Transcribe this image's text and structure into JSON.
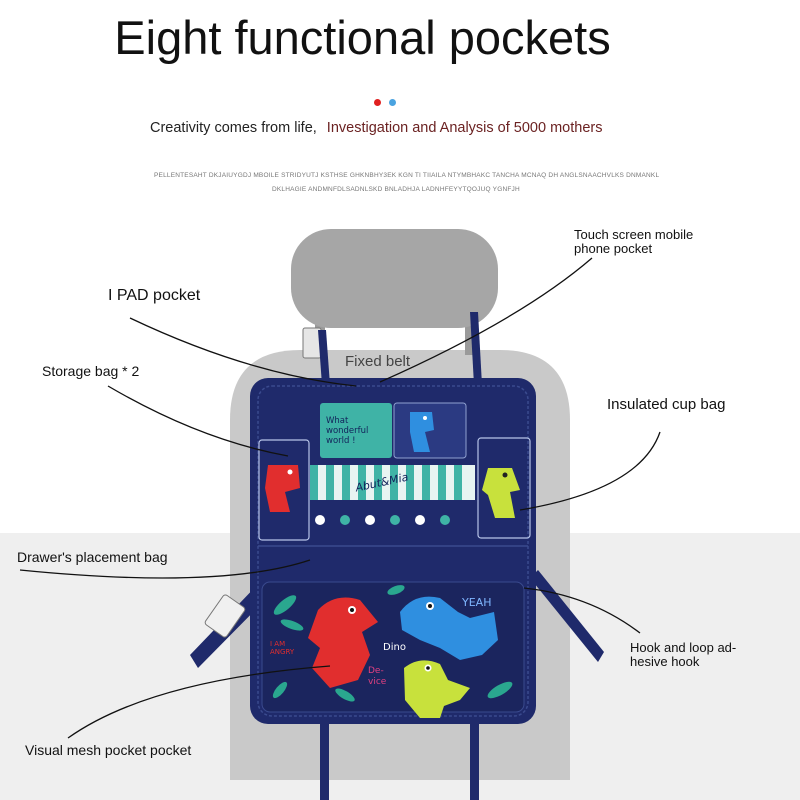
{
  "title": "Eight functional pockets",
  "dots": {
    "colors": [
      "#e02020",
      "#4aa3e0"
    ]
  },
  "subtitle": {
    "part1": "Creativity comes from life,",
    "part2": "Investigation and Analysis of 5000 mothers"
  },
  "fine_print": {
    "line1": "PELLENTESAHT DKJAIUYGDJ MBOILE STRIDYUTJ KSTHSE GHKNBHY3EK KGN TI TIIAILA NTYMBHAKC TANCHA MCNAQ DH ANGLSNAACHVLKS DNMANKL",
    "line2": "DKLHAGIE ANDMNFDLSADNLSKD BNLADHJA LADNHFEYYTQOJUQ             YGNFJH"
  },
  "callouts": {
    "touch_screen": "Touch screen mobile\nphone pocket",
    "ipad": "I PAD pocket",
    "fixed_belt": "Fixed belt",
    "storage_bag": "Storage bag * 2",
    "insulated_cup": "Insulated cup bag",
    "drawer_bag": "Drawer's placement bag",
    "hook_loop": "Hook and loop ad-\nhesive hook",
    "visual_mesh": "Visual mesh pocket pocket"
  },
  "organizer_prints": {
    "what_wonderful": "What wonderful world !",
    "brand": "Abut&Mia",
    "yeah": "YEAH",
    "dino": "Dino",
    "angry": "I AM ANGRY",
    "device": "De-vice"
  },
  "colors": {
    "organizer": "#1f2a6b",
    "seat": "#c9c9c9",
    "headrest": "#a6a6a6",
    "teal_pocket": "#3fb3a6",
    "dino_red": "#e12e2e",
    "dino_blue": "#2f8fe0",
    "dino_green": "#c8e13c"
  }
}
